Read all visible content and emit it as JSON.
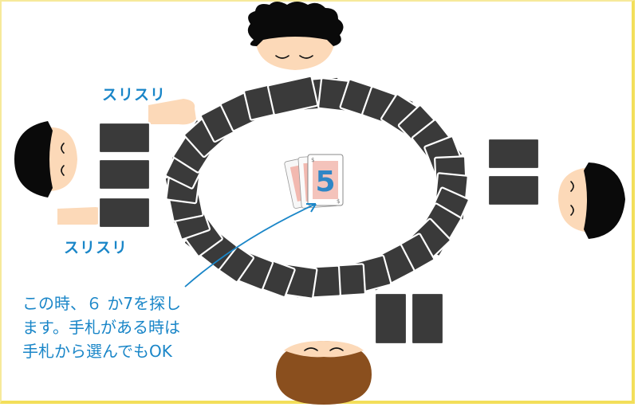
{
  "labels": {
    "rub_top": "スリスリ",
    "rub_bottom": "スリスリ",
    "note_line1": "この時、６ か7を探し",
    "note_line2": "ます。手札がある時は",
    "note_line3": "手札から選んでもOK"
  },
  "center_card": {
    "value": "5",
    "corner_symbol": "$"
  },
  "colors": {
    "accent_blue": "#1a86c8",
    "border_yellow": "#f3df5a",
    "card_back": "#3a3a3a",
    "card_face_pink": "#f2b9b0",
    "skin": "#fcd9b8",
    "hair_black": "#0a0a0a",
    "hair_brown": "#8a4f1e"
  }
}
